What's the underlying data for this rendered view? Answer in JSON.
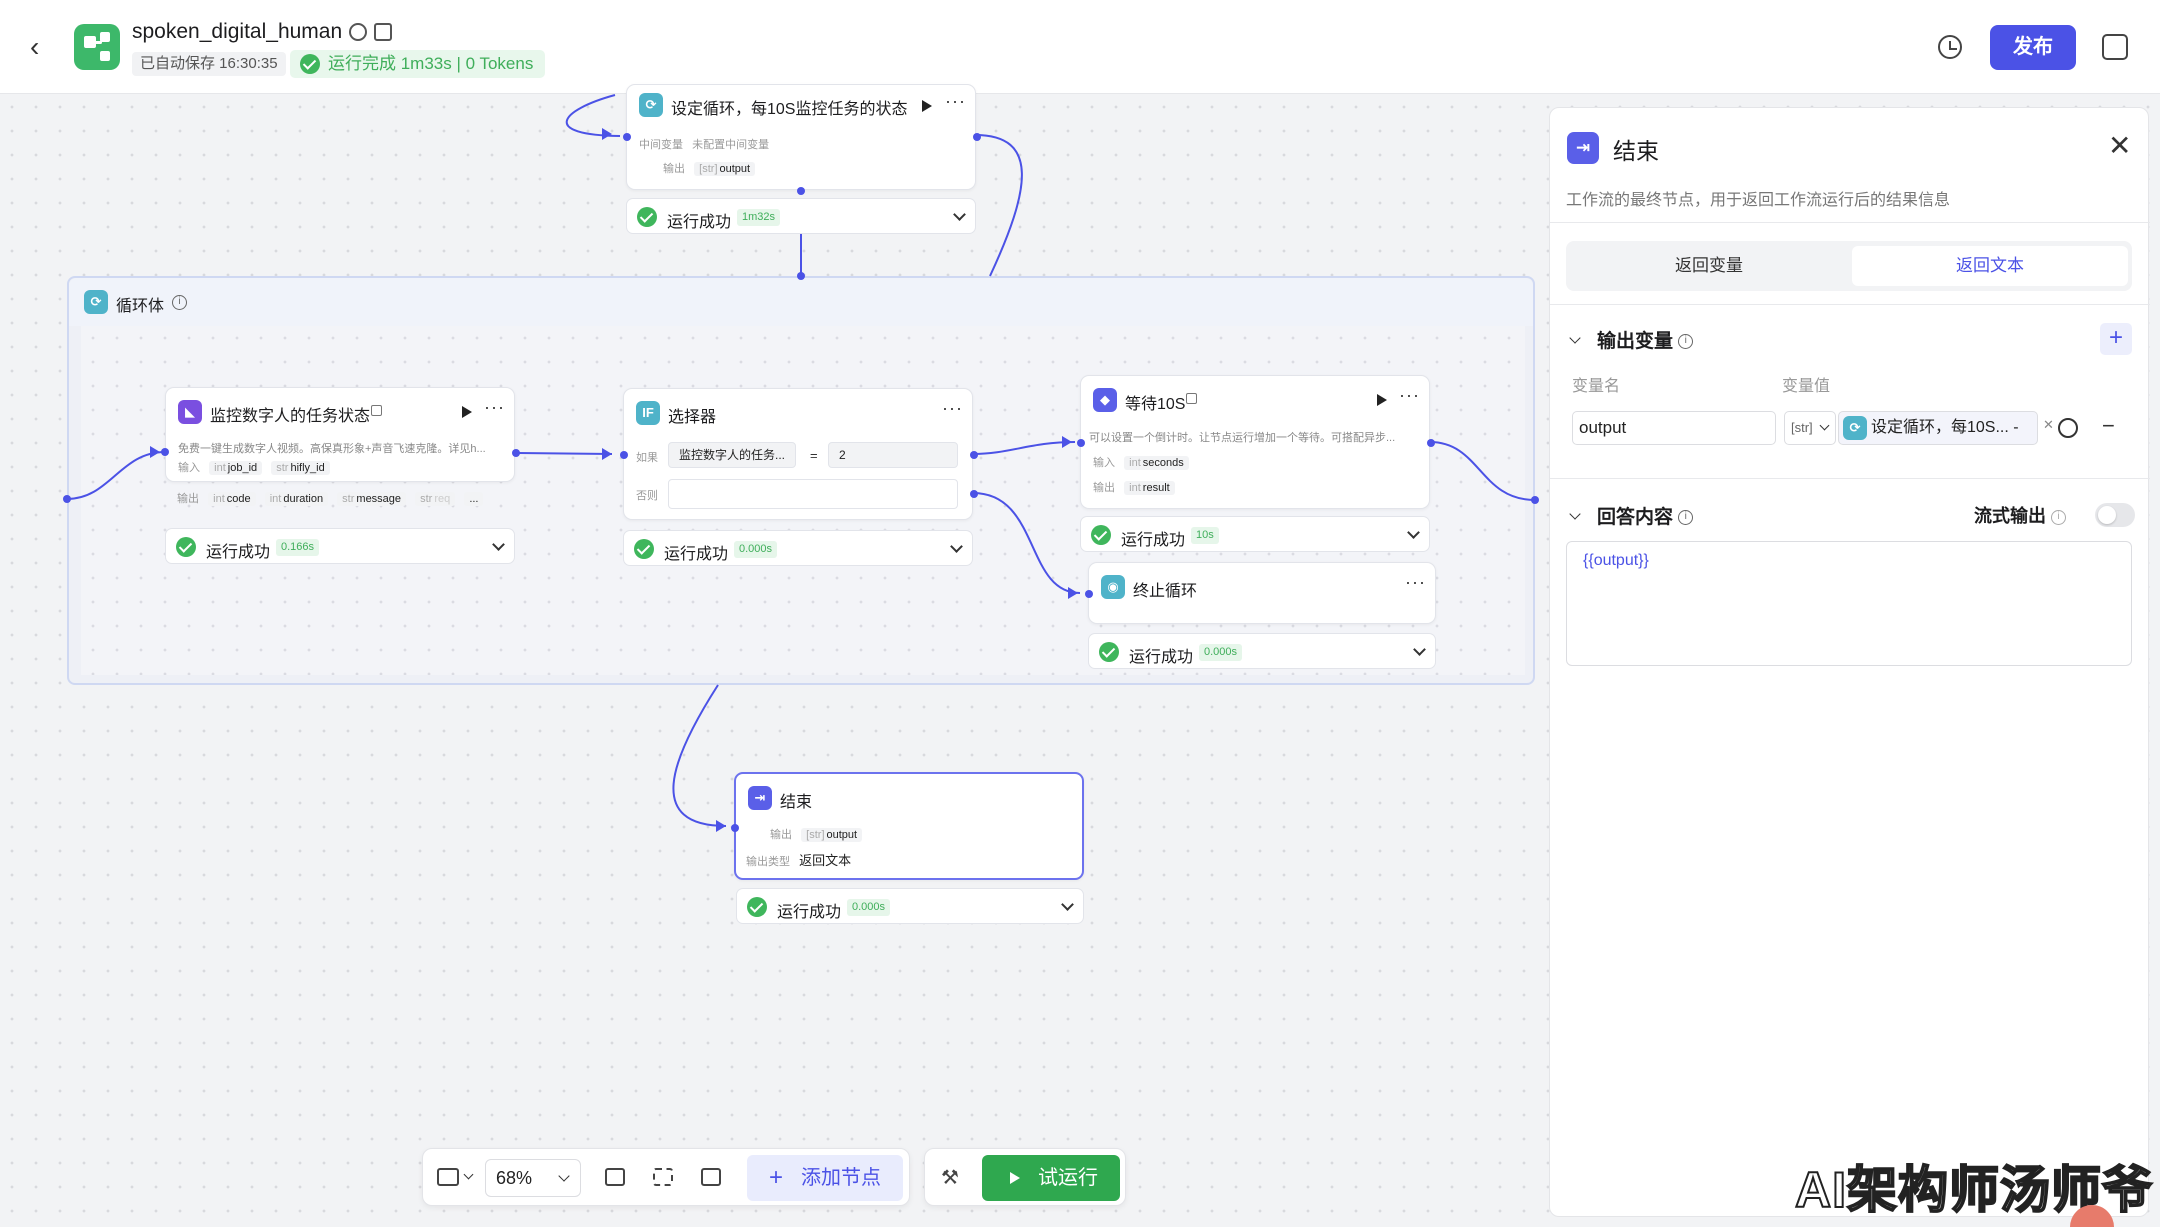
{
  "header": {
    "back_icon": "chevron-left-icon",
    "title": "spoken_digital_human",
    "autosave": "已自动保存 16:30:35",
    "run_status": "运行完成 1m33s | 0 Tokens",
    "publish": "发布"
  },
  "canvas": {
    "loop_setup": {
      "title": "设定循环，每10S监控任务的状态",
      "mid_label": "中间变量",
      "mid_value": "未配置中间变量",
      "out_label": "输出",
      "out_type": "[str]",
      "out_value": "output",
      "status": "运行成功",
      "time": "1m32s"
    },
    "loop_body": {
      "title": "循环体"
    },
    "monitor": {
      "title": "监控数字人的任务状态",
      "desc": "免费一键生成数字人视频。高保真形象+声音飞速克隆。详见h...",
      "in_label": "输入",
      "out_label": "输出",
      "inputs": [
        {
          "t": "int",
          "n": "job_id"
        },
        {
          "t": "str",
          "n": "hifly_id"
        }
      ],
      "outputs": [
        {
          "t": "int",
          "n": "code"
        },
        {
          "t": "int",
          "n": "duration"
        },
        {
          "t": "str",
          "n": "message"
        },
        {
          "t": "str",
          "n": "req"
        }
      ],
      "more": "...",
      "status": "运行成功",
      "time": "0.166s"
    },
    "selector": {
      "title": "选择器",
      "if_label": "如果",
      "else_label": "否则",
      "cond_left": "监控数字人的任务...",
      "cond_op": "=",
      "cond_right": "2",
      "status": "运行成功",
      "time": "0.000s"
    },
    "wait": {
      "title": "等待10S",
      "desc": "可以设置一个倒计时。让节点运行增加一个等待。可搭配异步...",
      "in_label": "输入",
      "in_type": "int",
      "in_value": "seconds",
      "out_label": "输出",
      "out_type": "int",
      "out_value": "result",
      "status": "运行成功",
      "time": "10s"
    },
    "stop": {
      "title": "终止循环",
      "status": "运行成功",
      "time": "0.000s"
    },
    "end": {
      "title": "结束",
      "out_label": "输出",
      "out_type": "[str]",
      "out_value": "output",
      "type_label": "输出类型",
      "type_value": "返回文本",
      "status": "运行成功",
      "time": "0.000s"
    }
  },
  "panel": {
    "title": "结束",
    "desc": "工作流的最终节点，用于返回工作流运行后的结果信息",
    "tabs": [
      "返回变量",
      "返回文本"
    ],
    "output_section": "输出变量",
    "col_name": "变量名",
    "col_value": "变量值",
    "var_name": "output",
    "var_type": "[str]",
    "var_value": "设定循环，每10S... -",
    "answer_section": "回答内容",
    "stream_label": "流式输出",
    "answer_text": "{{output}}"
  },
  "toolbar": {
    "zoom": "68%",
    "add_node": "添加节点",
    "trial_run": "试运行"
  },
  "watermark": "AI架构师汤师爷",
  "colors": {
    "accent": "#4b52e6",
    "success": "#3fb65c",
    "brand": "#3db86a"
  }
}
